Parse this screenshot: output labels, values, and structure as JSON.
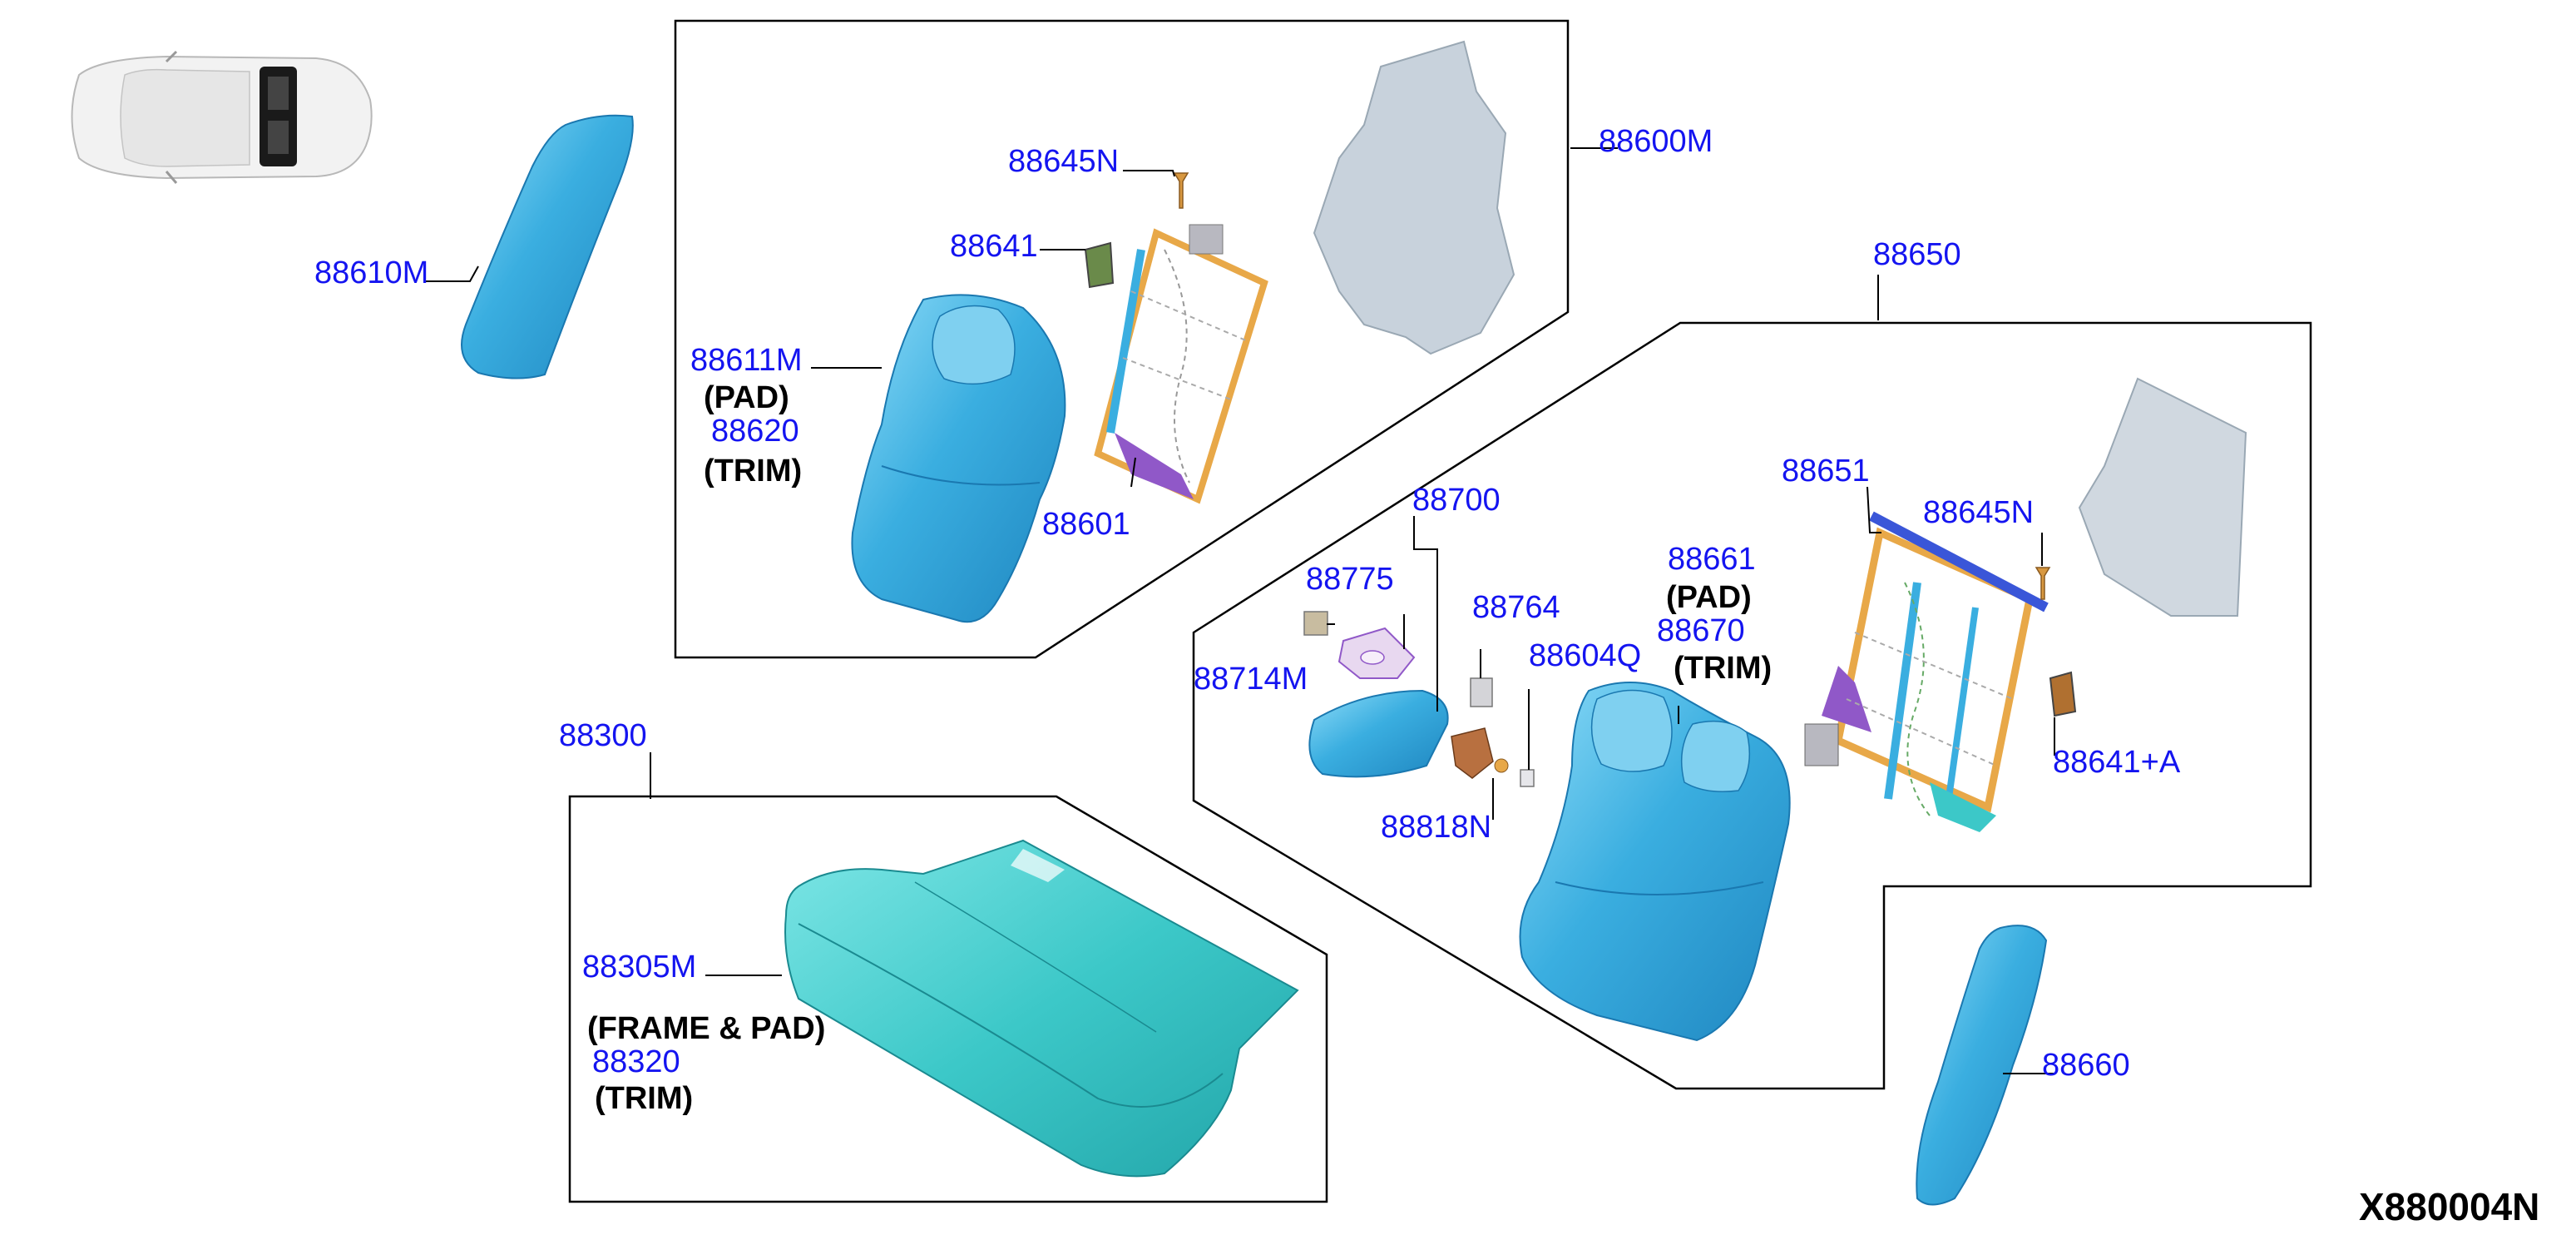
{
  "labels": {
    "p88610M": "88610M",
    "p88600M": "88600M",
    "p88645N_top": "88645N",
    "p88641": "88641",
    "p88611M": "88611M",
    "pad_top": "(PAD)",
    "p88620": "88620",
    "trim_top": "(TRIM)",
    "p88601": "88601",
    "p88650": "88650",
    "p88651": "88651",
    "p88645N_right": "88645N",
    "p88700": "88700",
    "p88775": "88775",
    "p88661": "88661",
    "pad_right": "(PAD)",
    "p88764": "88764",
    "p88670": "88670",
    "trim_right": "(TRIM)",
    "p88714M": "88714M",
    "p88604Q": "88604Q",
    "p88641A": "88641+A",
    "p88818N": "88818N",
    "p88300": "88300",
    "p88305M": "88305M",
    "frame_pad": "(FRAME & PAD)",
    "p88320": "88320",
    "trim_bottom": "(TRIM)",
    "p88660": "88660"
  },
  "diagram_code": "X880004N",
  "colors": {
    "part_label": "#1414f0",
    "note_text": "#000000",
    "seat_blue": "#3aaee0",
    "cushion_teal": "#3cc8c8",
    "frame_orange": "#e8a848",
    "bracket_purple": "#9058c8",
    "sheet_gray": "#c8d2dc"
  }
}
